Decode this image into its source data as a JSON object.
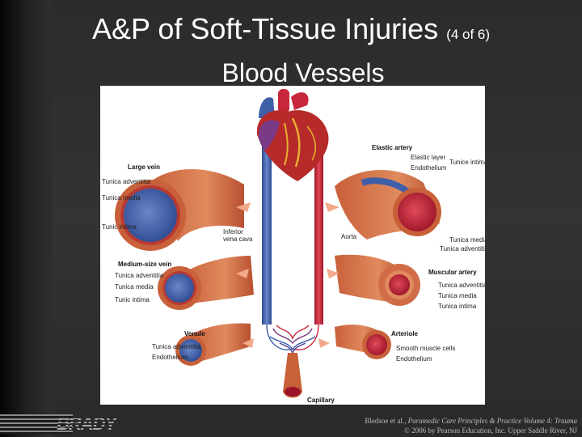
{
  "slide": {
    "title": "A&P of Soft-Tissue Injuries",
    "counter": "(4 of 6)",
    "subtitle": "Blood Vessels"
  },
  "figure": {
    "labels": {
      "large_vein": "Large vein",
      "tunica_adventitia": "Tunica adventitia",
      "tunica_media": "Tunica media",
      "tunica_intima": "Tunic intima",
      "inferior_vena_cava": "Inferior vena cava",
      "aorta": "Aorta",
      "elastic_artery": "Elastic artery",
      "elastic_layer": "Elastic layer",
      "endothelium": "Endothelium",
      "tunica_intima_r": "Tunice intima",
      "tunica_media_r": "Tunica media",
      "tunica_adventitia_r": "Tunica adventitia",
      "medium_vein": "Medium-size vein",
      "mv_adventitia": "Tunica adventitia",
      "mv_media": "Tunica media",
      "mv_intima": "Tunic intima",
      "muscular_artery": "Muscular artery",
      "ma_adventitia": "Tunica adventitia",
      "ma_media": "Tunica media",
      "ma_intima": "Tunica intima",
      "venule": "Venule",
      "venule_adventitia": "Tunica adventitia",
      "venule_endothelium": "Endothelium",
      "arteriole": "Arteriole",
      "smooth_muscle": "Smooth muscle cells",
      "arteriole_endothelium": "Endothelium",
      "capillary": "Capillary"
    }
  },
  "footer": {
    "logo": "BRADY",
    "citation_authors": "Bledsoe et al.,",
    "citation_title": "Paramedic Care Principles & Practice Volume 4: Trauma",
    "citation_copyright": "© 2006 by Pearson Education, Inc. Upper Saddle River, NJ"
  },
  "colors": {
    "vein": "#3f5fa8",
    "artery": "#c8263a",
    "vessel_wall": "#d8734a"
  }
}
